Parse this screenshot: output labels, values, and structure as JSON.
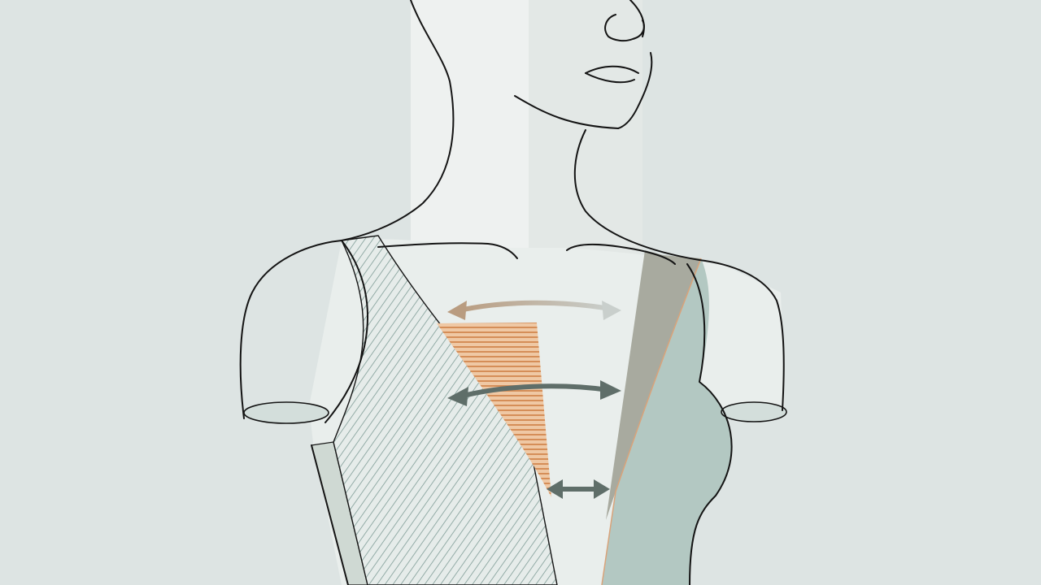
{
  "colors": {
    "background": "#dde4e3",
    "center_band": "#eef1f0",
    "line": "#141414",
    "hatch_green": "#7f9c96",
    "hatch_green_fill": "#e6ecea",
    "side_strip": "#cfd9d3",
    "orange_hatch": "#d2874f",
    "orange_fill": "#efc8a4",
    "taupe_panel": "#a8aa9f",
    "sage_fill": "#b3c8c2",
    "arrow_tan": "#b7a58d",
    "arrow_dark": "#5f6e69",
    "sleeve_opening": "#d3dedb"
  },
  "arrows": [
    {
      "label": "upper-arrow",
      "color_key": "arrow_tan",
      "style": "gradient"
    },
    {
      "label": "middle-arrow",
      "color_key": "arrow_dark",
      "style": "solid"
    },
    {
      "label": "lower-arrow",
      "color_key": "arrow_dark",
      "style": "solid"
    }
  ]
}
